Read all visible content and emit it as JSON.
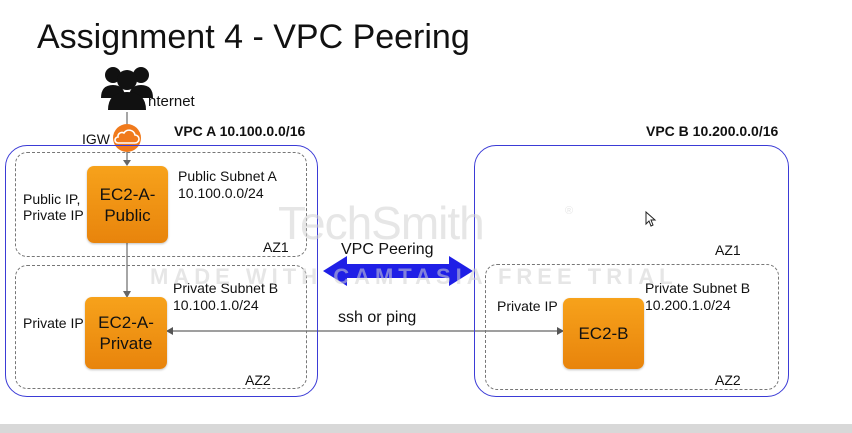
{
  "title": "Assignment 4 - VPC Peering",
  "internet_label": "nternet",
  "igw_label": "IGW",
  "vpc_a": {
    "label": "VPC A 10.100.0.0/16",
    "public_subnet": {
      "name": "Public Subnet A",
      "cidr": "10.100.0.0/24",
      "az": "AZ1"
    },
    "private_subnet": {
      "name": "Private Subnet B",
      "cidr": "10.100.1.0/24",
      "az": "AZ2"
    },
    "public_ip_label": "Public IP,\nPrivate IP",
    "private_ip_label": "Private IP",
    "ec2_public": "EC2-A-\nPublic",
    "ec2_private": "EC2-A-\nPrivate"
  },
  "vpc_b": {
    "label": "VPC B 10.200.0.0/16",
    "az1": "AZ1",
    "private_subnet": {
      "name": "Private Subnet B",
      "cidr": "10.200.1.0/24",
      "az": "AZ2"
    },
    "private_ip_label": "Private IP",
    "ec2": "EC2-B"
  },
  "peering_label": "VPC Peering",
  "connection_label": "ssh or ping",
  "watermark": {
    "logo": "TechSmith",
    "trademark": "®",
    "line": "MADE WITH CAMTASIA FREE TRIAL"
  },
  "colors": {
    "vpc_border": "#3b3bd6",
    "ec2_fill": "#f29414",
    "peering_arrow": "#1f1fe6",
    "igw_orange": "#f07a1c"
  }
}
